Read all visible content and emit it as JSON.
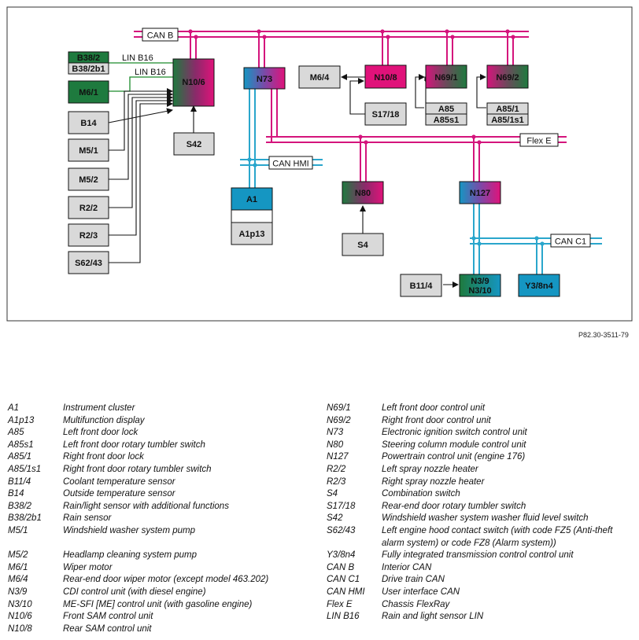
{
  "diagram": {
    "modules": {
      "B38_2": "B38/2",
      "B38_2b1": "B38/2b1",
      "M6_1": "M6/1",
      "B14": "B14",
      "M5_1": "M5/1",
      "M5_2": "M5/2",
      "R2_2": "R2/2",
      "R2_3": "R2/3",
      "S62_43": "S62/43",
      "N10_6": "N10/6",
      "S42": "S42",
      "N73": "N73",
      "M6_4": "M6/4",
      "N10_8": "N10/8",
      "S17_18": "S17/18",
      "N69_1": "N69/1",
      "A85": "A85",
      "A85s1": "A85s1",
      "N69_2": "N69/2",
      "A85_1": "A85/1",
      "A85_1s1": "A85/1s1",
      "A1": "A1",
      "A1p13": "A1p13",
      "N80": "N80",
      "S4": "S4",
      "N127": "N127",
      "B11_4": "B11/4",
      "N3_9": "N3/9",
      "N3_10": "N3/10",
      "Y3_8n4": "Y3/8n4"
    },
    "bus_labels": {
      "can_b": "CAN B",
      "lin_b16_a": "LIN B16",
      "lin_b16_b": "LIN B16",
      "can_hmi": "CAN HMI",
      "flex_e": "Flex E",
      "can_c1": "CAN C1"
    },
    "colors": {
      "can_b": "#d4147c",
      "can_hmi": "#2aa6cc",
      "lin": "#1a8a2a",
      "module_green": "#1e7a3e",
      "module_magenta": "#e0127a",
      "module_blue": "#1596c2",
      "component_grey": "#d9d9d9"
    },
    "reference": "P82.30-3511-79"
  },
  "legend": {
    "left": [
      {
        "code": "A1",
        "desc": "Instrument cluster"
      },
      {
        "code": "A1p13",
        "desc": "Multifunction display"
      },
      {
        "code": "A85",
        "desc": "Left front door lock"
      },
      {
        "code": "A85s1",
        "desc": "Left front door rotary tumbler switch"
      },
      {
        "code": "A85/1",
        "desc": "Right front door lock"
      },
      {
        "code": "A85/1s1",
        "desc": "Right front door rotary tumbler switch"
      },
      {
        "code": "B11/4",
        "desc": "Coolant temperature sensor"
      },
      {
        "code": "B14",
        "desc": "Outside temperature sensor"
      },
      {
        "code": "B38/2",
        "desc": "Rain/light sensor with additional functions"
      },
      {
        "code": "B38/2b1",
        "desc": "Rain sensor"
      },
      {
        "code": "M5/1",
        "desc": "Windshield washer system pump"
      },
      {
        "code": "M5/2",
        "desc": "Headlamp cleaning system pump"
      },
      {
        "code": "M6/1",
        "desc": "Wiper motor"
      },
      {
        "code": "M6/4",
        "desc": "Rear-end door wiper motor (except model 463.202)"
      },
      {
        "code": "N3/9",
        "desc": "CDI control unit (with diesel engine)"
      },
      {
        "code": "N3/10",
        "desc": "ME-SFI [ME] control unit (with gasoline engine)"
      },
      {
        "code": "N10/6",
        "desc": "Front SAM control unit"
      },
      {
        "code": "N10/8",
        "desc": "Rear SAM control unit"
      }
    ],
    "right": [
      {
        "code": "N69/1",
        "desc": "Left front door control unit"
      },
      {
        "code": "N69/2",
        "desc": "Right front door control unit"
      },
      {
        "code": "N73",
        "desc": "Electronic ignition switch control unit"
      },
      {
        "code": "N80",
        "desc": "Steering column module control unit"
      },
      {
        "code": "N127",
        "desc": "Powertrain control unit (engine 176)"
      },
      {
        "code": "R2/2",
        "desc": "Left spray nozzle heater"
      },
      {
        "code": "R2/3",
        "desc": "Right spray nozzle heater"
      },
      {
        "code": "S4",
        "desc": "Combination switch"
      },
      {
        "code": "S17/18",
        "desc": "Rear-end door rotary tumbler switch"
      },
      {
        "code": "S42",
        "desc": "Windshield washer system washer fluid level switch"
      },
      {
        "code": "S62/43",
        "desc": "Left engine hood contact switch (with code FZ5 (Anti-theft alarm system) or code FZ8 (Alarm system))"
      },
      {
        "code": "Y3/8n4",
        "desc": "Fully integrated transmission control control unit"
      },
      {
        "code": "CAN B",
        "desc": "Interior CAN"
      },
      {
        "code": "CAN C1",
        "desc": "Drive train CAN"
      },
      {
        "code": "CAN HMI",
        "desc": "User interface CAN"
      },
      {
        "code": "Flex E",
        "desc": "Chassis FlexRay"
      },
      {
        "code": "LIN B16",
        "desc": "Rain and light sensor LIN"
      }
    ]
  }
}
